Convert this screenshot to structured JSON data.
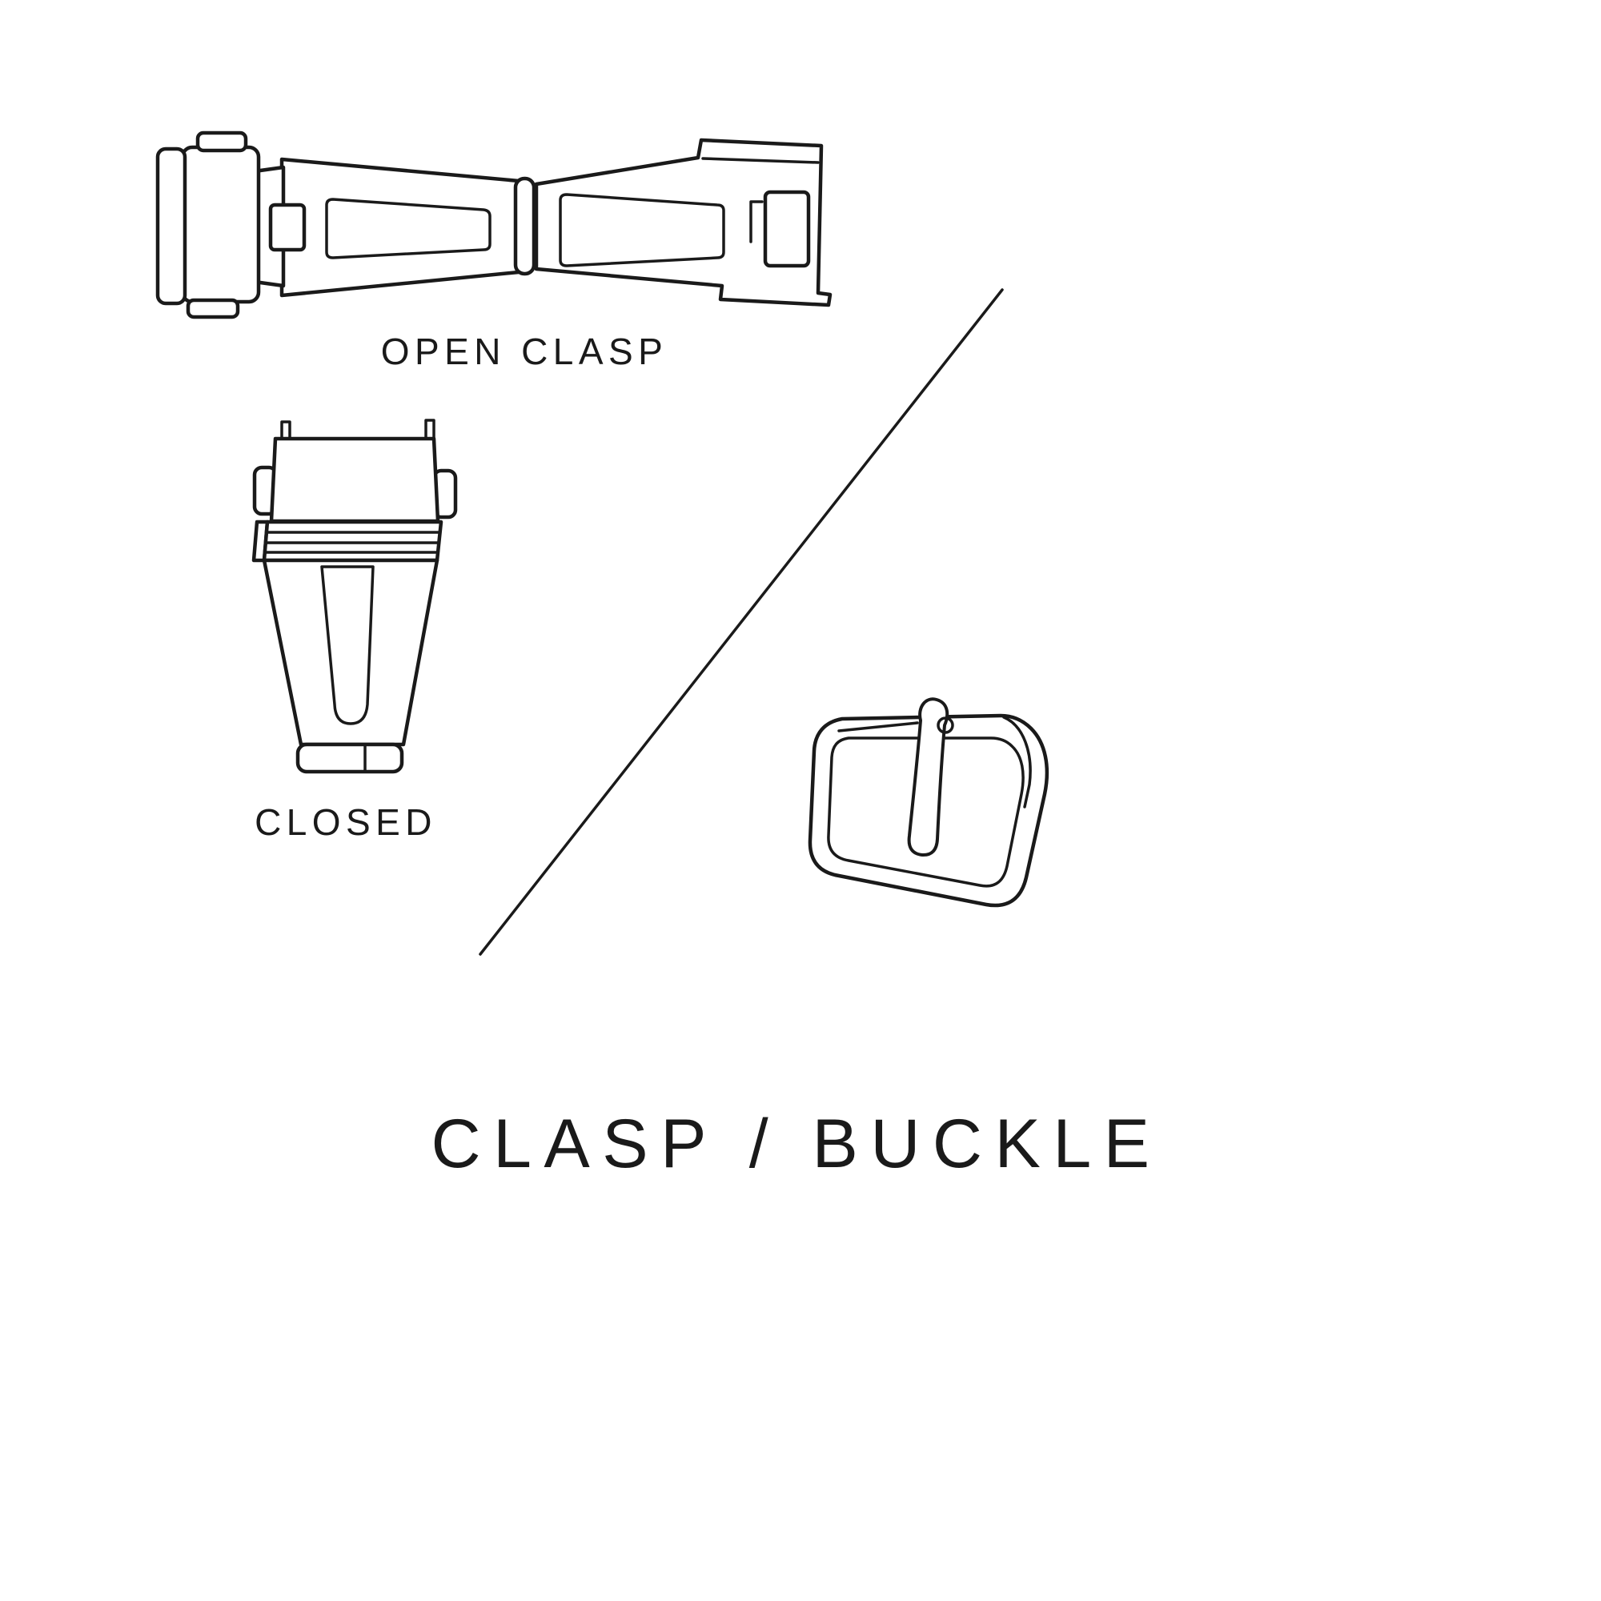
{
  "page": {
    "background_color": "#ffffff",
    "line_color": "#1a1a1a",
    "text_color": "#1a1a1a"
  },
  "labels": {
    "open_clasp": "OPEN CLASP",
    "closed": "CLOSED",
    "title": "CLASP / BUCKLE"
  },
  "icons": {
    "open_clasp_illustration": "open-clasp-illustration",
    "closed_clasp_illustration": "closed-clasp-illustration",
    "buckle_illustration": "tang-buckle-illustration",
    "divider": "diagonal-divider-line"
  }
}
